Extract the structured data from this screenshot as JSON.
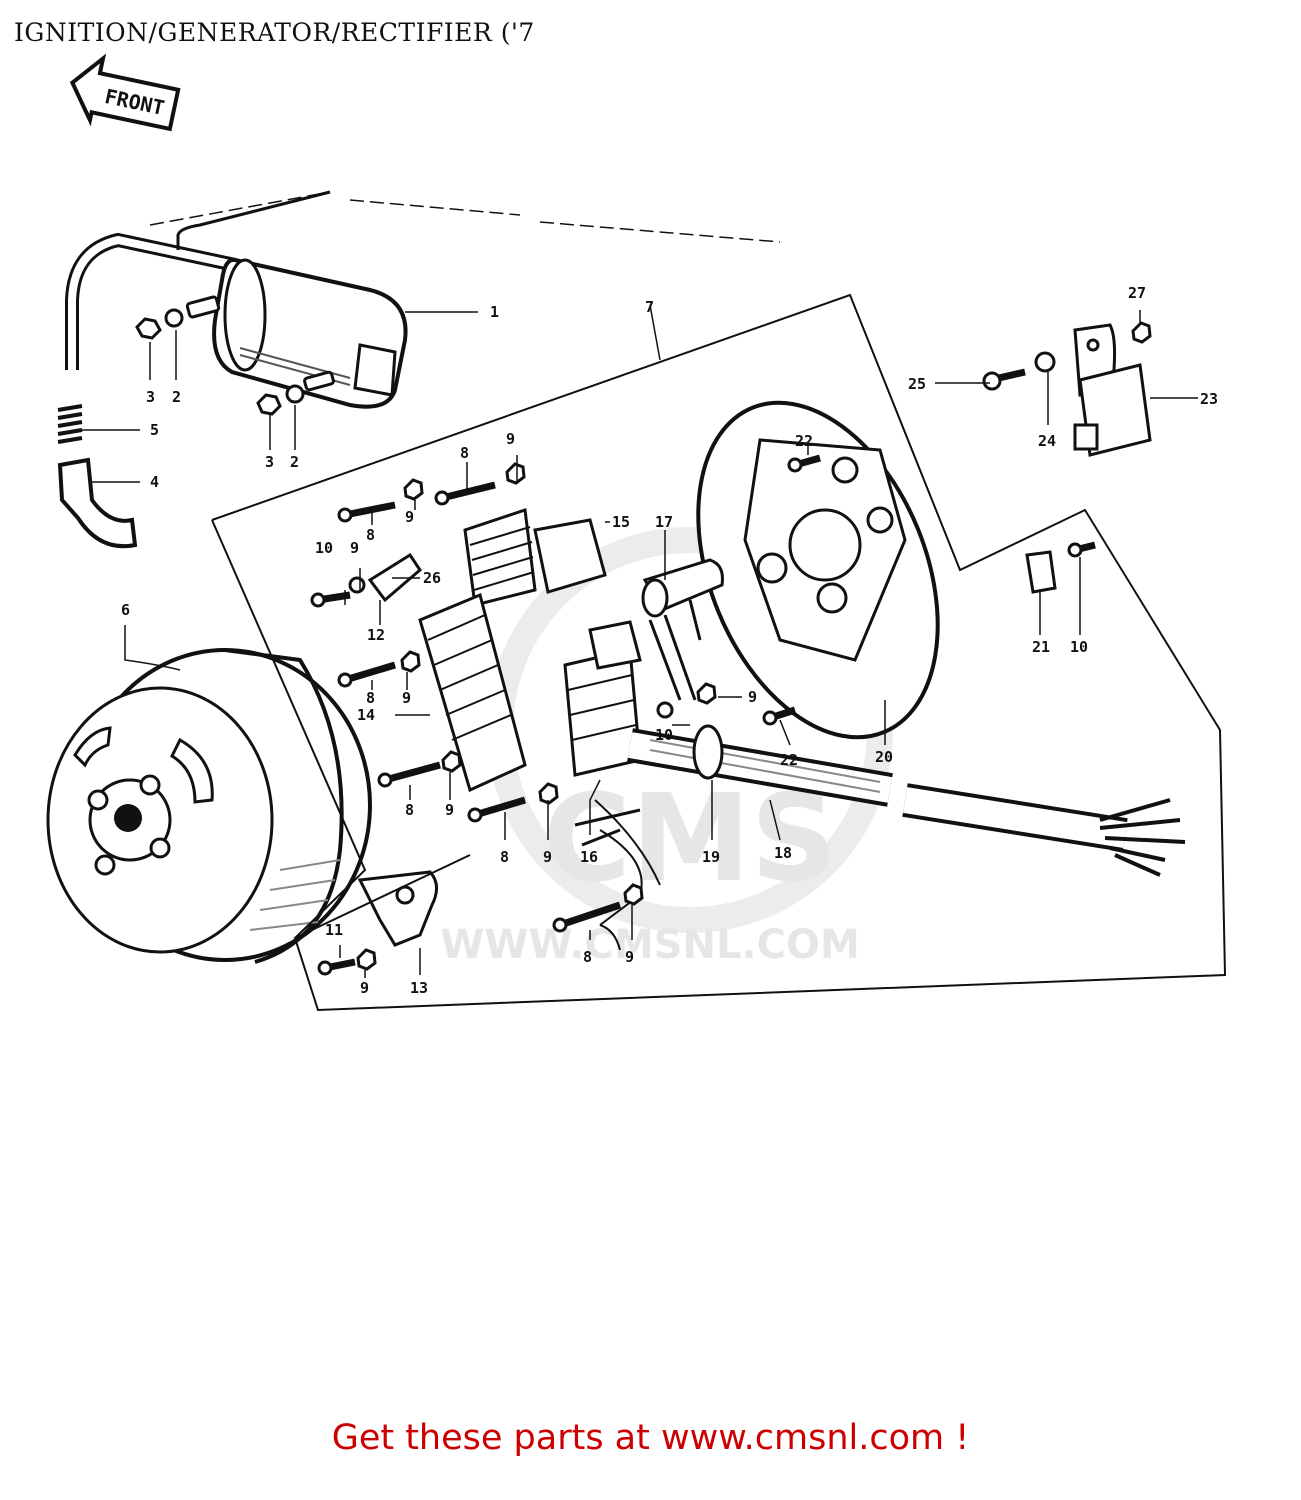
{
  "page": {
    "title": "IGNITION/GENERATOR/RECTIFIER ('7",
    "footer_text": "Get these parts at www.cmsnl.com !",
    "footer_color": "#cc0000"
  },
  "diagram": {
    "direction_tag": "FRONT",
    "watermark": {
      "logo_text": "CMS",
      "url_text": "WWW.CMSNL.COM"
    },
    "callouts": [
      "1",
      "2",
      "3",
      "2",
      "3",
      "4",
      "5",
      "6",
      "7",
      "8",
      "9",
      "8",
      "9",
      "10",
      "9",
      "26",
      "12",
      "8",
      "9",
      "14",
      "8",
      "9",
      "8",
      "9",
      "16",
      "15",
      "17",
      "9",
      "10",
      "19",
      "18",
      "11",
      "13",
      "9",
      "8",
      "9",
      "22",
      "22",
      "20",
      "21",
      "10",
      "25",
      "24",
      "23",
      "27"
    ]
  }
}
